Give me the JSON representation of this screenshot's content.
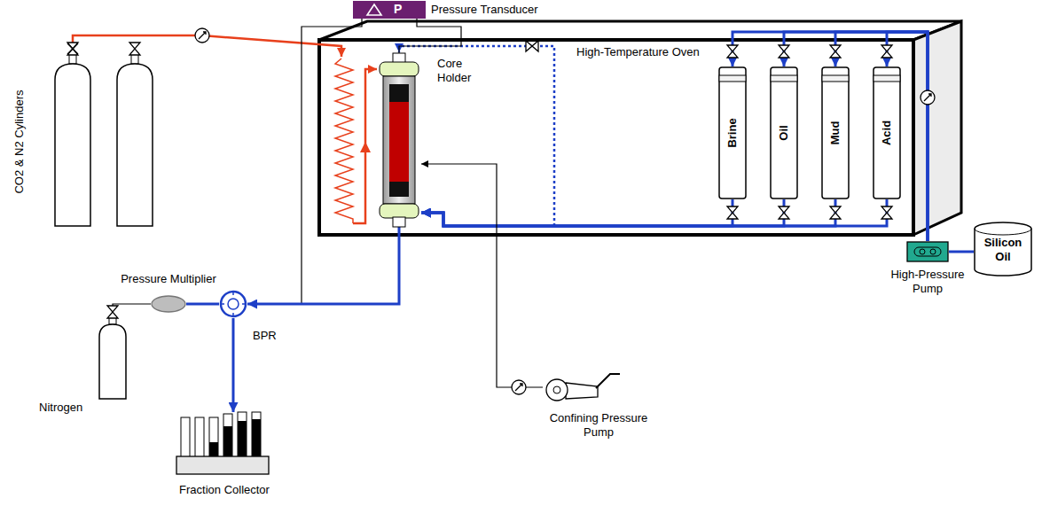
{
  "diagram": {
    "nodes": [
      {
        "text": [
          "P",
          "Pressure Transducer"
        ]
      },
      {
        "text": [
          "High-Temperature Oven"
        ]
      },
      {
        "text": [
          "Core Holder"
        ],
        "in": 1
      },
      {
        "text": [
          "Brine"
        ],
        "in": 1
      },
      {
        "text": [
          "Oil"
        ],
        "in": 1
      },
      {
        "text": [
          "Mud"
        ],
        "in": 1
      },
      {
        "text": [
          "Acid"
        ],
        "in": 1
      },
      {
        "text": [
          "Silicon Oil"
        ]
      },
      {
        "text": [
          "High-Pressure Pump"
        ]
      },
      {
        "text": [
          "Confining Pressure Pump"
        ]
      },
      {
        "text": [
          "Pressure Multiplier"
        ]
      },
      {
        "text": [
          "BPR"
        ]
      },
      {
        "text": [
          "Fraction Collector"
        ]
      }
    ],
    "edges": [
      {
        "from": 7,
        "to": 8,
        "arrow": "none"
      },
      {
        "from": 8,
        "to": 3,
        "arrow": "to"
      },
      {
        "from": 8,
        "to": 4,
        "arrow": "to"
      },
      {
        "from": 8,
        "to": 5,
        "arrow": "to"
      },
      {
        "from": 8,
        "to": 6,
        "arrow": "to"
      },
      {
        "from": 3,
        "to": 2,
        "arrow": "to"
      },
      {
        "from": 4,
        "to": 2,
        "arrow": "to"
      },
      {
        "from": 5,
        "to": 2,
        "arrow": "to"
      },
      {
        "from": 6,
        "to": 2,
        "arrow": "to"
      },
      {
        "from": 2,
        "to": 11,
        "arrow": "to"
      },
      {
        "from": 10,
        "to": 11,
        "arrow": "none"
      },
      {
        "from": 11,
        "to": 12,
        "arrow": "to"
      },
      {
        "from": 9,
        "to": 2,
        "arrow": "to"
      },
      {
        "from": 0,
        "to": 2,
        "arrow": "none"
      }
    ],
    "labels": [
      "CO2 & N2 Cylinders",
      "Nitrogen"
    ]
  }
}
